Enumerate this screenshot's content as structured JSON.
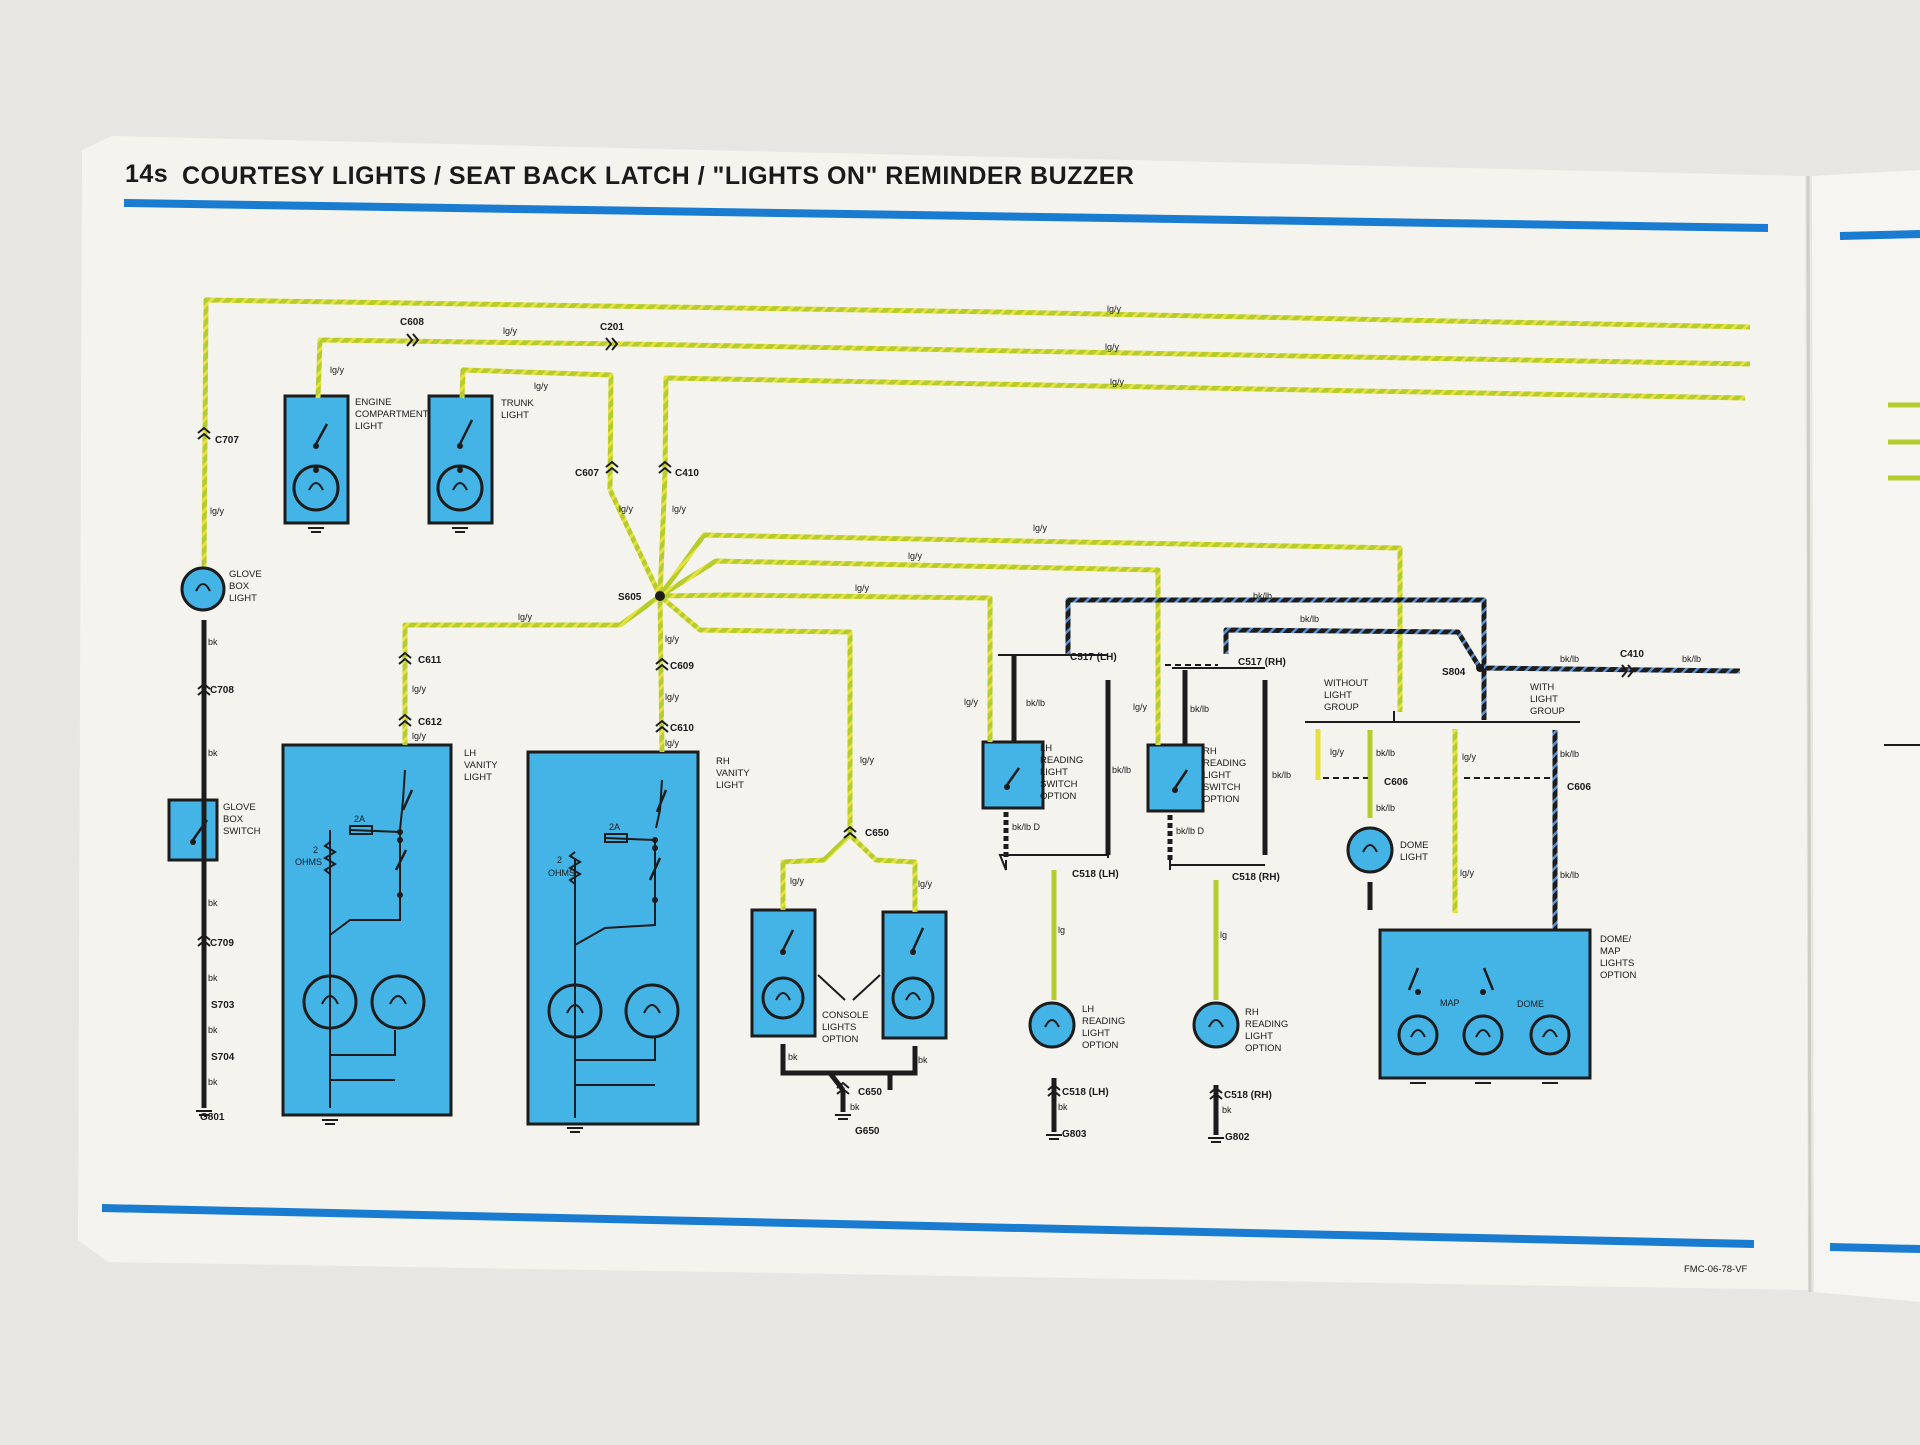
{
  "page": {
    "number": "14s",
    "title": "COURTESY LIGHTS / SEAT BACK LATCH / \"LIGHTS ON\" REMINDER BUZZER",
    "footer_code": "FMC-06-78-VF"
  },
  "colors": {
    "paper": "#f4f3ee",
    "wire_lgy_green": "#b5cc2e",
    "wire_lgy_yellow": "#e6e13c",
    "wire_black": "#1c1c1c",
    "component_fill": "#44b4e6",
    "rule_blue": "#1a7cd0"
  },
  "wire_codes": {
    "lgy": "lg/y",
    "bk": "bk",
    "bklb": "bk/lb",
    "bklbd": "bk/lb D",
    "lg": "lg"
  },
  "connectors": {
    "C608": "C608",
    "C201": "C201",
    "C707": "C707",
    "C607": "C607",
    "C410": "C410",
    "C611": "C611",
    "C612": "C612",
    "C609": "C609",
    "C610": "C610",
    "C708": "C708",
    "C709": "C709",
    "C650": "C650",
    "C517LH": "C517 (LH)",
    "C517RH": "C517 (RH)",
    "C518LH": "C518 (LH)",
    "C518RH": "C518 (RH)",
    "C606": "C606",
    "C410b": "C410"
  },
  "splices": {
    "S605": "S605",
    "S703": "S703",
    "S704": "S704",
    "S804": "S804"
  },
  "grounds": {
    "G801": "G801",
    "G650": "G650",
    "G803": "G803",
    "G802": "G802"
  },
  "components": {
    "engine": [
      "ENGINE",
      "COMPARTMENT",
      "LIGHT"
    ],
    "trunk": [
      "TRUNK",
      "LIGHT"
    ],
    "glovebox_light": [
      "GLOVE",
      "BOX",
      "LIGHT"
    ],
    "glovebox_switch": [
      "GLOVE",
      "BOX",
      "SWITCH"
    ],
    "lh_vanity": [
      "LH",
      "VANITY",
      "LIGHT"
    ],
    "rh_vanity": [
      "RH",
      "VANITY",
      "LIGHT"
    ],
    "console": [
      "CONSOLE",
      "LIGHTS",
      "OPTION"
    ],
    "lh_reading_switch": [
      "LH",
      "READING",
      "LIGHT",
      "SWITCH",
      "OPTION"
    ],
    "rh_reading_switch": [
      "RH",
      "READING",
      "LIGHT",
      "SWITCH",
      "OPTION"
    ],
    "lh_reading_light": [
      "LH",
      "READING",
      "LIGHT",
      "OPTION"
    ],
    "rh_reading_light": [
      "RH",
      "READING",
      "LIGHT",
      "OPTION"
    ],
    "dome_light": [
      "DOME",
      "LIGHT"
    ],
    "dome_map": [
      "DOME/",
      "MAP",
      "LIGHTS",
      "OPTION"
    ],
    "without_group": [
      "WITHOUT",
      "LIGHT",
      "GROUP"
    ],
    "with_group": [
      "WITH",
      "LIGHT",
      "GROUP"
    ]
  },
  "internal": {
    "amp": "2A",
    "ohm_value": "2",
    "ohm_unit": "OHMS",
    "map": "MAP",
    "dome": "DOME"
  }
}
